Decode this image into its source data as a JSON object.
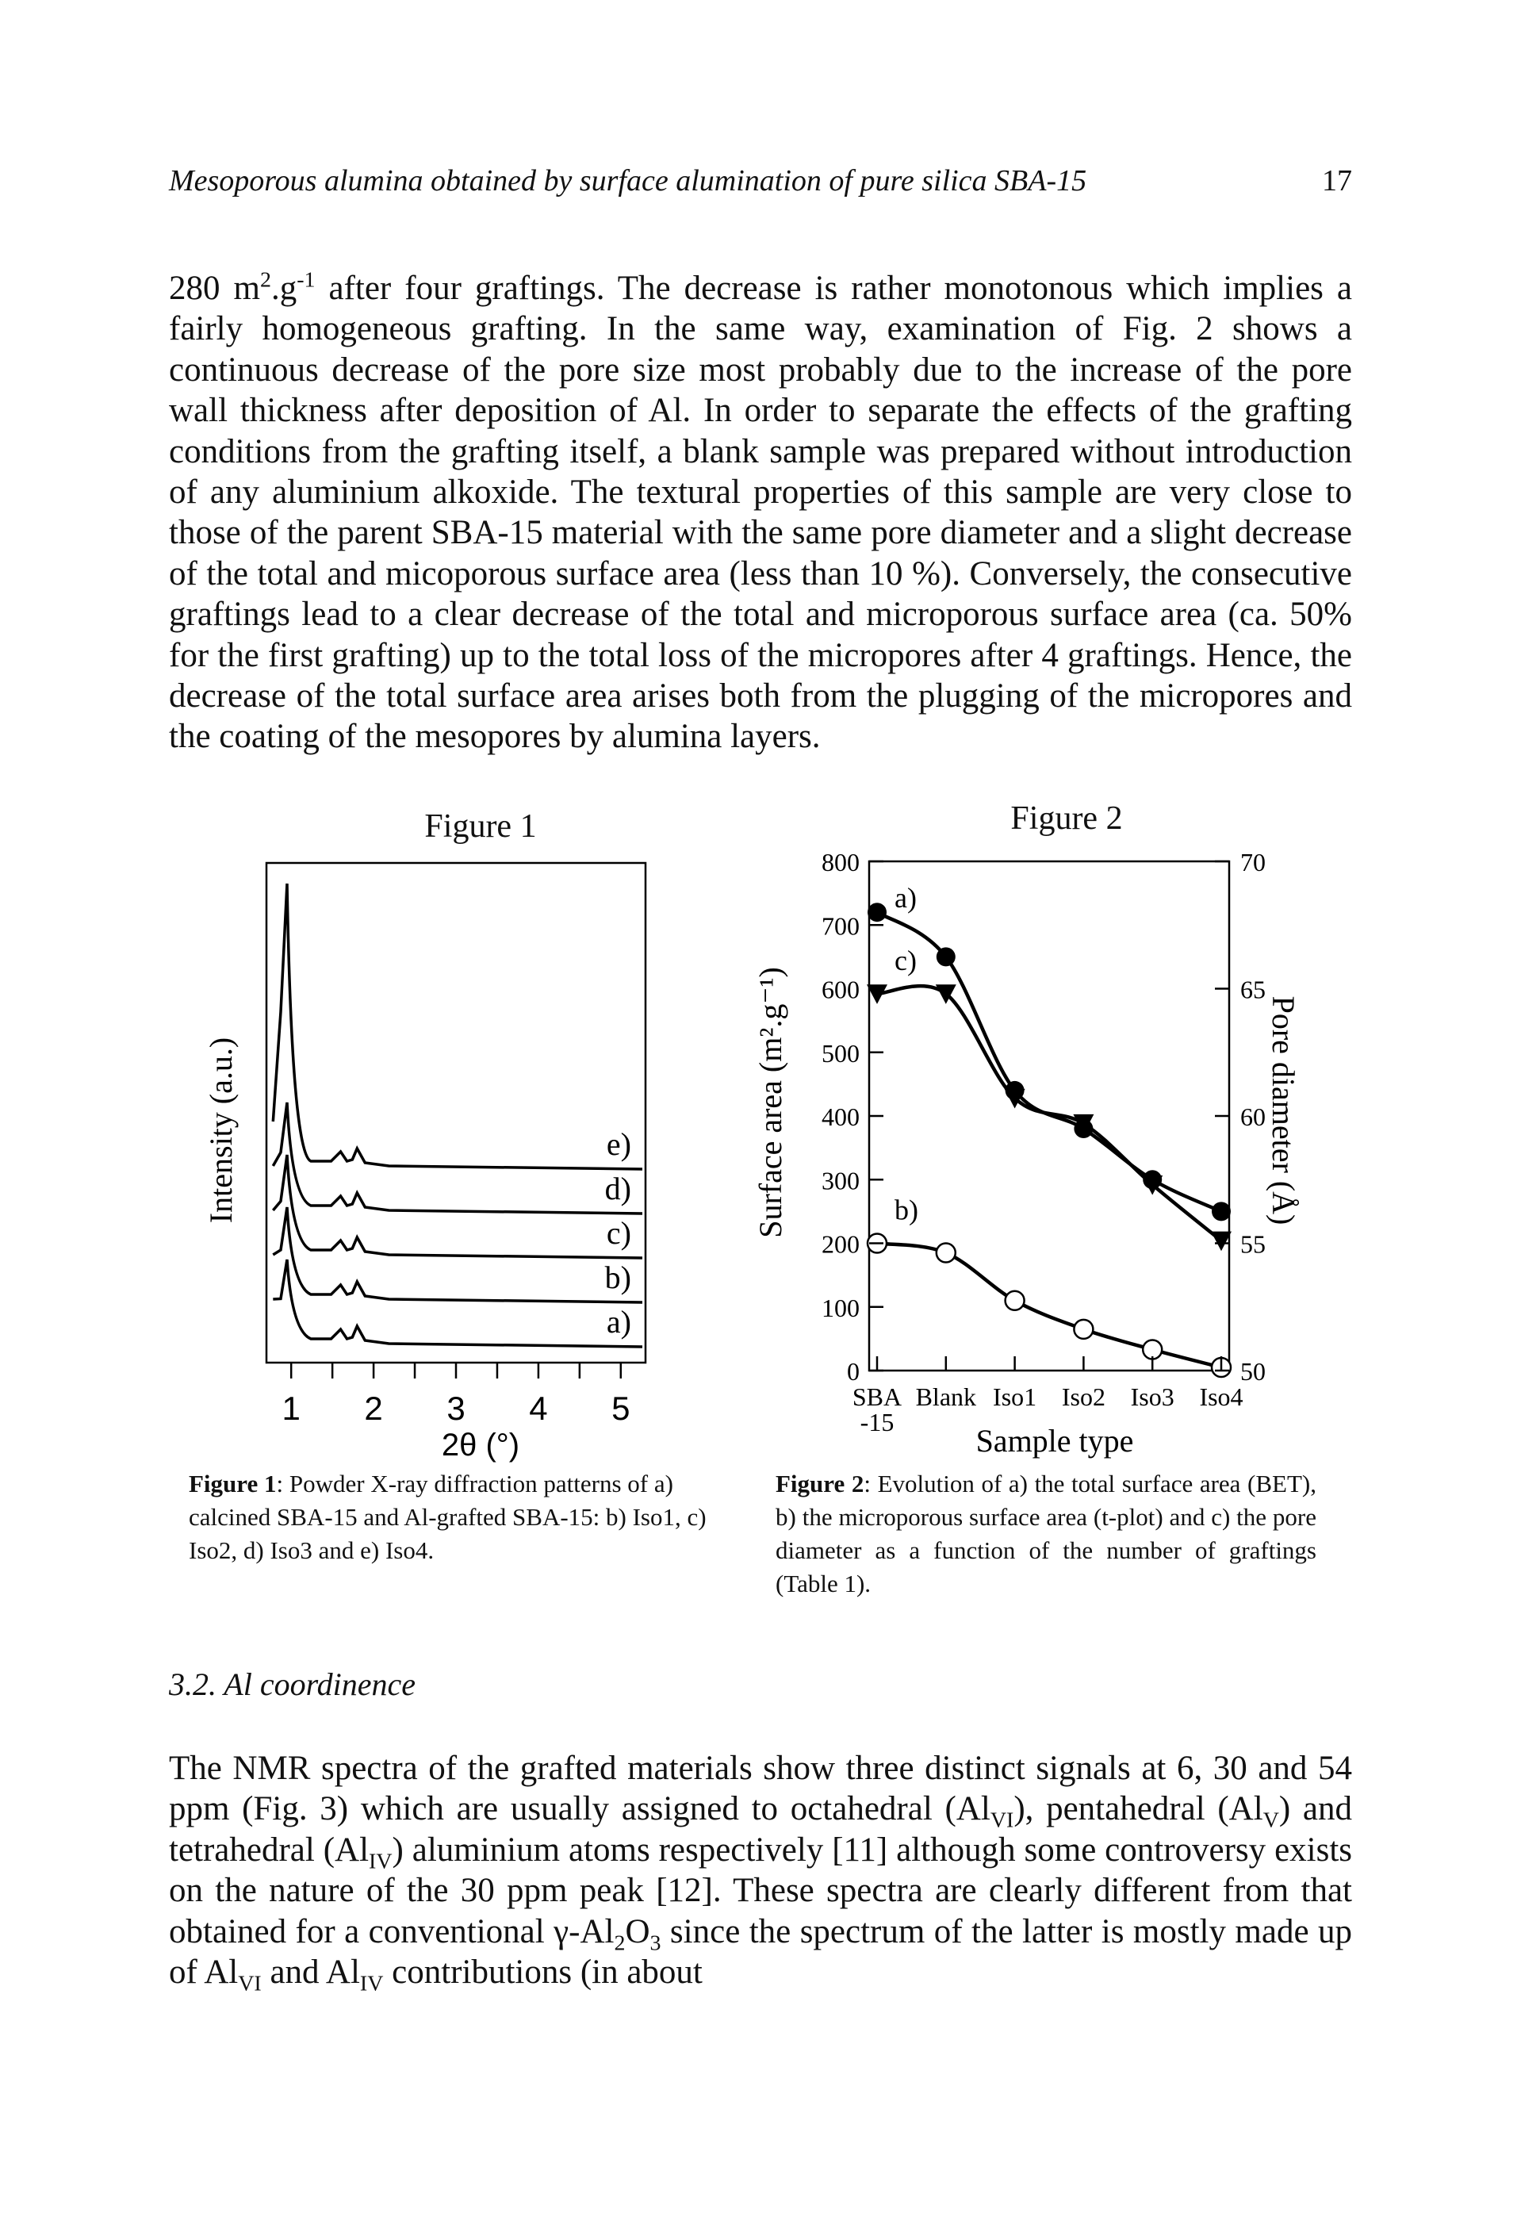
{
  "header": {
    "running_title": "Mesoporous alumina obtained by surface alumination of pure silica SBA-15",
    "page_number": "17"
  },
  "paragraph1": {
    "lead_value": "280 m",
    "lead_sup1": "2",
    "lead_mid": ".g",
    "lead_sup2": "-1",
    "text": " after four graftings. The decrease is rather monotonous which implies a fairly homogeneous grafting. In the same way, examination of Fig. 2 shows a continuous decrease of the pore size most probably due to the increase of the pore wall thickness after deposition of Al. In order to separate the effects of the grafting conditions from the grafting itself, a blank sample was prepared without introduction of any aluminium alkoxide. The textural properties of this sample are very close to those of the parent SBA-15 material with the same pore diameter and a slight decrease of the total and micoporous surface area (less than 10 %). Conversely, the consecutive graftings lead to a clear decrease of the total and microporous surface area (ca. 50% for the first grafting) up to the total loss of the micropores after 4 graftings. Hence, the decrease of the total surface area arises both from the plugging of the micropores and the coating of the mesopores by alumina layers."
  },
  "figure1": {
    "title": "Figure 1",
    "caption_label": "Figure 1",
    "caption_text": ": Powder X-ray diffraction patterns of a) calcined SBA-15 and Al-grafted SBA-15: b) Iso1, c) Iso2, d) Iso3 and e) Iso4."
  },
  "figure2": {
    "title": "Figure 2",
    "caption_label": "Figure 2",
    "caption_text": ": Evolution of a) the total surface area (BET), b) the microporous surface area (t-plot) and c) the pore diameter as a function of the number of graftings (Table 1)."
  },
  "chart_data": [
    {
      "type": "line",
      "xlabel": "2θ (°)",
      "ylabel": "Intensity (a.u.)",
      "xlim": [
        0.7,
        5.3
      ],
      "x_ticks": [
        "1",
        "2",
        "3",
        "4",
        "5"
      ],
      "y_ticks": [],
      "series": [
        {
          "name": "a)",
          "peaks_2theta": [
            0.95,
            1.6,
            1.8
          ],
          "relative_offset": 0
        },
        {
          "name": "b)",
          "peaks_2theta": [
            0.95,
            1.6,
            1.8
          ],
          "relative_offset": 1
        },
        {
          "name": "c)",
          "peaks_2theta": [
            0.95,
            1.6,
            1.8
          ],
          "relative_offset": 2
        },
        {
          "name": "d)",
          "peaks_2theta": [
            0.95,
            1.6,
            1.8
          ],
          "relative_offset": 3
        },
        {
          "name": "e)",
          "peaks_2theta": [
            0.95,
            1.6,
            1.8
          ],
          "relative_offset": 4
        }
      ]
    },
    {
      "type": "line",
      "categories": [
        "SBA-15",
        "Blank",
        "Iso1",
        "Iso2",
        "Iso3",
        "Iso4"
      ],
      "category_labels": [
        "SBA",
        "Blank",
        "Iso1",
        "Iso2",
        "Iso3",
        "Iso4"
      ],
      "category_label_extra": "-15",
      "xlabel": "Sample type",
      "ylabel": "Surface area (m².g⁻¹)",
      "ylabel_right": "Pore diameter (Å)",
      "ylim": [
        0,
        800
      ],
      "ylim_right": [
        50,
        70
      ],
      "y_ticks": [
        "0",
        "100",
        "200",
        "300",
        "400",
        "500",
        "600",
        "700",
        "800"
      ],
      "y_ticks_right": [
        "50",
        "55",
        "60",
        "65",
        "70"
      ],
      "series": [
        {
          "name": "a)",
          "axis": "left",
          "marker": "filled-circle",
          "values": [
            720,
            650,
            440,
            380,
            300,
            250
          ]
        },
        {
          "name": "c)",
          "axis": "right",
          "marker": "filled-triangle",
          "values": [
            64.8,
            64.8,
            60.7,
            59.7,
            57.3,
            55.1
          ]
        },
        {
          "name": "b)",
          "axis": "left",
          "marker": "open-circle",
          "values": [
            200,
            185,
            110,
            65,
            33,
            5
          ]
        }
      ]
    }
  ],
  "section": {
    "number": "3.2.",
    "title": "Al coordinence"
  },
  "paragraph2": {
    "html_parts": [
      "The NMR spectra of the grafted materials show three distinct signals at 6, 30 and 54 ppm (Fig. 3) which are usually assigned to octahedral (Al",
      "VI",
      "), pentahedral (Al",
      "V",
      ") and tetrahedral (Al",
      "IV",
      ") aluminium atoms respectively [11] although some controversy exists on the nature of the 30 ppm peak [12]. These spectra are clearly different from that obtained for a conventional γ-Al",
      "2",
      "O",
      "3",
      " since the spectrum of the latter is mostly made up of Al",
      "VI",
      " and Al",
      "IV",
      " contributions (in about"
    ]
  }
}
